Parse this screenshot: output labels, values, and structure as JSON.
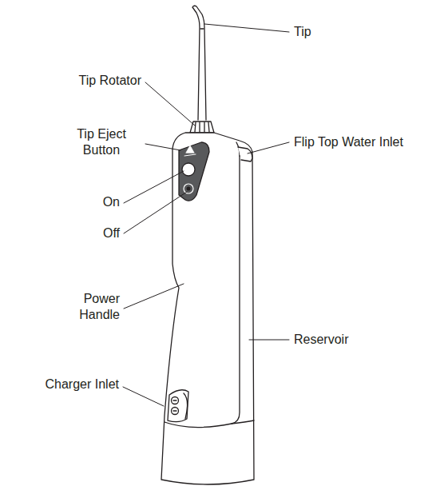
{
  "diagram": {
    "labels": [
      "Tip",
      "Tip Rotator",
      "Tip Eject Button",
      "On",
      "Off",
      "Flip Top Water Inlet",
      "Power Handle",
      "Reservoir",
      "Charger Inlet"
    ]
  }
}
